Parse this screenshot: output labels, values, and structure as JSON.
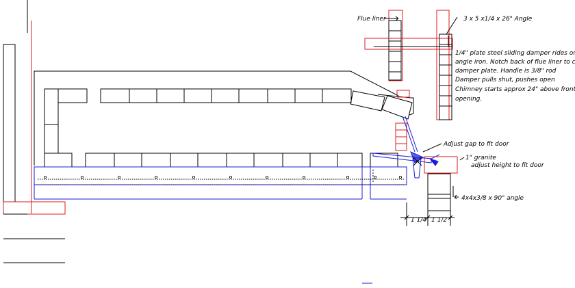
{
  "labels": {
    "flue_liner": "Flue liner",
    "angle_spec": "3 x 5 x1/4 x 26\" Angle",
    "damper_note_1": "1/4\" plate steel sliding damper rides on",
    "damper_note_2": "angle iron. Notch back of flue liner to clear",
    "damper_note_3": "damper plate. Handle is 3/8\" rod",
    "damper_note_4": "Damper pulls shut, pushes open",
    "damper_note_5": "Chimney starts approx 24\" above front",
    "damper_note_6": "opening.",
    "adjust_gap": "Adjust gap to fit door",
    "granite_1": "1\" granite",
    "granite_2": "adjust height to fit door",
    "angle_90": "4x4x3/8 x 90\" angle",
    "dim_left": "1 1/4",
    "dim_right": "1 1/2"
  },
  "colors": {
    "line": "#000000",
    "red": "#e0191f",
    "blue": "#1a1adb"
  }
}
